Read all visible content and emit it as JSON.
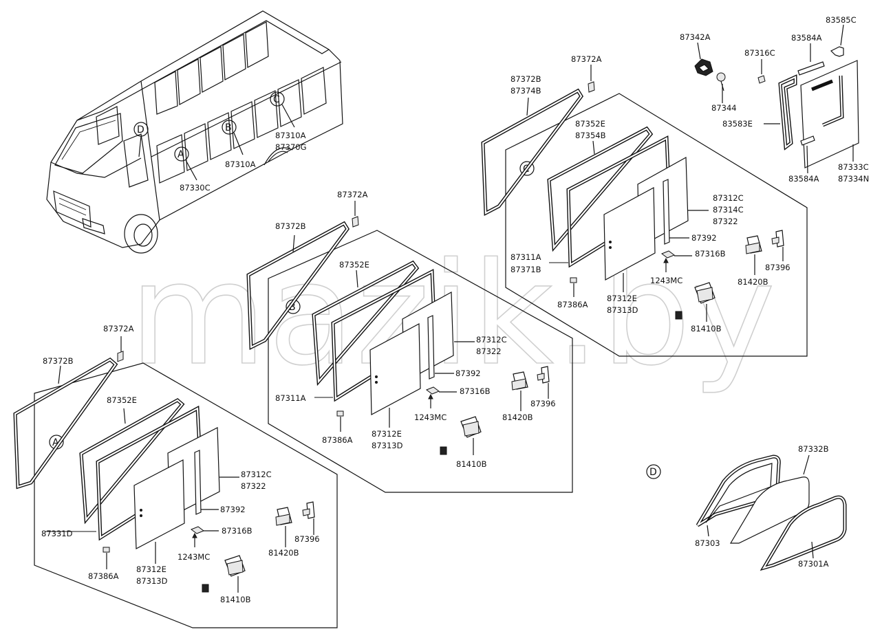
{
  "watermark": "mazik.by",
  "callouts": {
    "A": "A",
    "B": "B",
    "C": "C",
    "D": "D"
  },
  "bus_labels": {
    "l87330c": "87330C",
    "l87310a_b": "87310A",
    "l87310a_c": "87310A",
    "l87370g": "87370G"
  },
  "group_a": {
    "l87372a": "87372A",
    "l87372b": "87372B",
    "l87352e": "87352E",
    "l87312c": "87312C",
    "l87322": "87322",
    "l87392": "87392",
    "l87331d": "87331D",
    "l87316b": "87316B",
    "l1243mc": "1243MC",
    "l87396": "87396",
    "l81420b": "81420B",
    "l87386a": "87386A",
    "l87312e": "87312E",
    "l87313d": "87313D",
    "l81410b": "81410B"
  },
  "group_b": {
    "l87372a": "87372A",
    "l87372b": "87372B",
    "l87352e": "87352E",
    "l87312c": "87312C",
    "l87322": "87322",
    "l87392": "87392",
    "l87311a": "87311A",
    "l87316b": "87316B",
    "l1243mc": "1243MC",
    "l87396": "87396",
    "l81420b": "81420B",
    "l87386a": "87386A",
    "l87312e": "87312E",
    "l87313d": "87313D",
    "l81410b": "81410B"
  },
  "group_c": {
    "l87372a": "87372A",
    "l87372b": "87372B",
    "l87374b": "87374B",
    "l87352e": "87352E",
    "l87354b": "87354B",
    "l87312c": "87312C",
    "l87314c": "87314C",
    "l87322": "87322",
    "l87392": "87392",
    "l87311a": "87311A",
    "l87371b": "87371B",
    "l87316b": "87316B",
    "l1243mc": "1243MC",
    "l87396": "87396",
    "l81420b": "81420B",
    "l87386a": "87386A",
    "l87312e": "87312E",
    "l87313d": "87313D",
    "l81410b": "81410B"
  },
  "top_right": {
    "l87342a": "87342A",
    "l87344": "87344",
    "l87316c": "87316C",
    "l83584a_top": "83584A",
    "l83585c": "83585C",
    "l83583e": "83583E",
    "l83584a_bot": "83584A",
    "l87333c": "87333C",
    "l87334n": "87334N"
  },
  "group_d": {
    "l87332b": "87332B",
    "l87303": "87303",
    "l87301a": "87301A"
  }
}
